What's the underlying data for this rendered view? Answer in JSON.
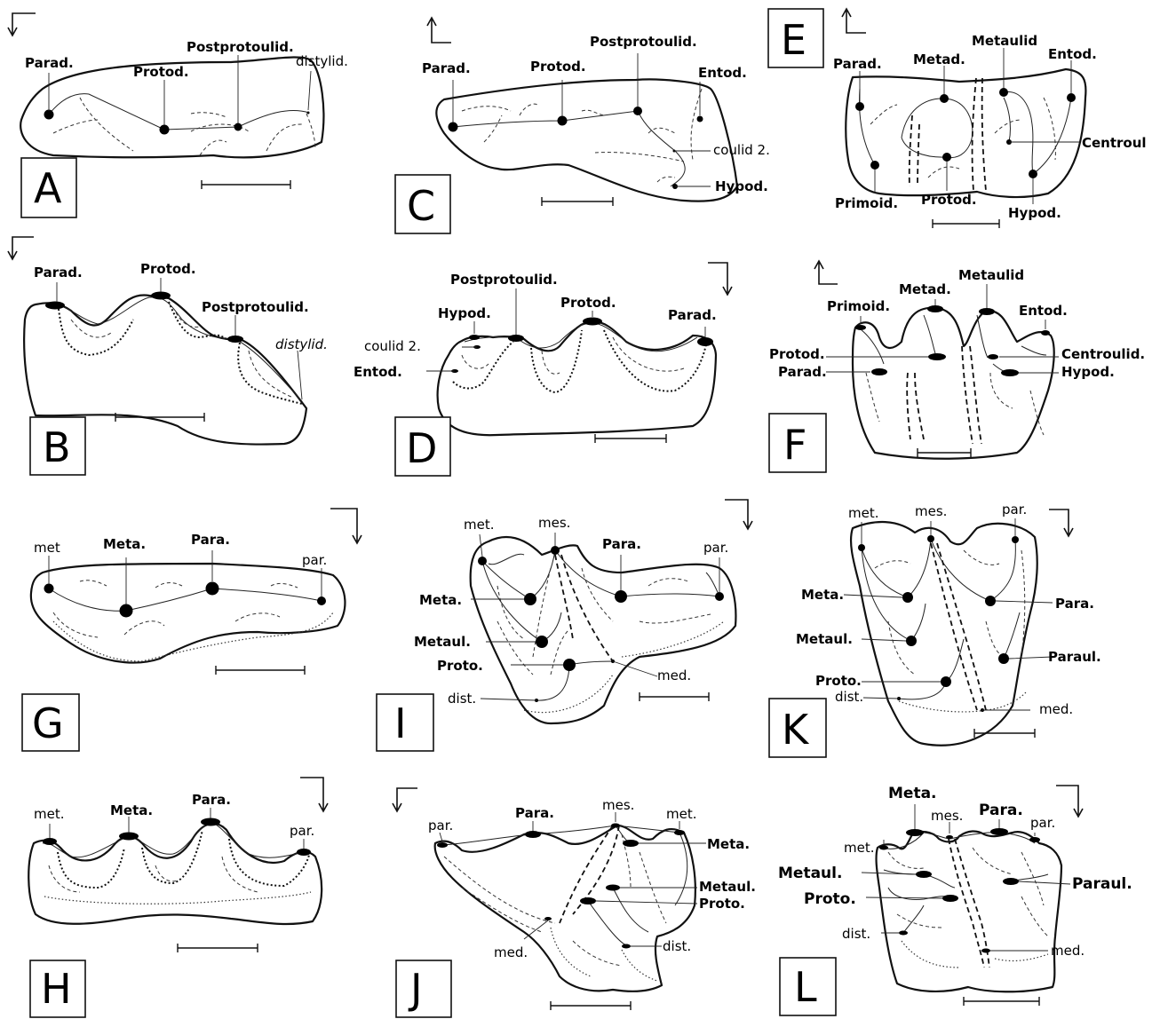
{
  "panels": {
    "A": {
      "letter": "A",
      "parad": "Parad.",
      "protod": "Protod.",
      "postprotoulid": "Postprotoulid.",
      "distylid": "distylid."
    },
    "B": {
      "letter": "B",
      "parad": "Parad.",
      "protod": "Protod.",
      "postprotoulid": "Postprotoulid.",
      "distylid": "distylid."
    },
    "C": {
      "letter": "C",
      "parad": "Parad.",
      "protod": "Protod.",
      "postprotoulid": "Postprotoulid.",
      "entod": "Entod.",
      "coulid2": "coulid 2.",
      "hypod": "Hypod."
    },
    "D": {
      "letter": "D",
      "postprotoulid": "Postprotoulid.",
      "hypod": "Hypod.",
      "protod": "Protod.",
      "parad": "Parad.",
      "coulid2": "coulid 2.",
      "entod": "Entod."
    },
    "E": {
      "letter": "E",
      "parad": "Parad.",
      "metad": "Metad.",
      "metaulid": "Metaulid",
      "entod": "Entod.",
      "centroul": "Centroul",
      "primoid": "Primoid.",
      "protod": "Protod.",
      "hypod": "Hypod."
    },
    "F": {
      "letter": "F",
      "primoid": "Primoid.",
      "metad": "Metad.",
      "metaulid": "Metaulid",
      "entod": "Entod.",
      "protod": "Protod.",
      "parad": "Parad.",
      "centroulid": "Centroulid.",
      "hypod": "Hypod."
    },
    "G": {
      "letter": "G",
      "met": "met",
      "meta": "Meta.",
      "para": "Para.",
      "par": "par."
    },
    "H": {
      "letter": "H",
      "met": "met.",
      "meta": "Meta.",
      "para": "Para.",
      "par": "par."
    },
    "I": {
      "letter": "I",
      "met": "met.",
      "mes": "mes.",
      "para": "Para.",
      "par": "par.",
      "meta": "Meta.",
      "metaul": "Metaul.",
      "proto": "Proto.",
      "med": "med.",
      "dist": "dist."
    },
    "J": {
      "letter": "J",
      "par": "par.",
      "para": "Para.",
      "mes": "mes.",
      "met": "met.",
      "meta": "Meta.",
      "metaul": "Metaul.",
      "proto": "Proto.",
      "dist": "dist.",
      "med": "med."
    },
    "K": {
      "letter": "K",
      "met": "met.",
      "mes": "mes.",
      "par": "par.",
      "meta": "Meta.",
      "para": "Para.",
      "metaul": "Metaul.",
      "paraul": "Paraul.",
      "proto": "Proto.",
      "dist": "dist.",
      "med": "med."
    },
    "L": {
      "letter": "L",
      "meta": "Meta.",
      "mes": "mes.",
      "para": "Para.",
      "par": "par.",
      "met": "met.",
      "metaul": "Metaul.",
      "proto": "Proto.",
      "paraul": "Paraul.",
      "dist": "dist.",
      "med": "med."
    }
  }
}
